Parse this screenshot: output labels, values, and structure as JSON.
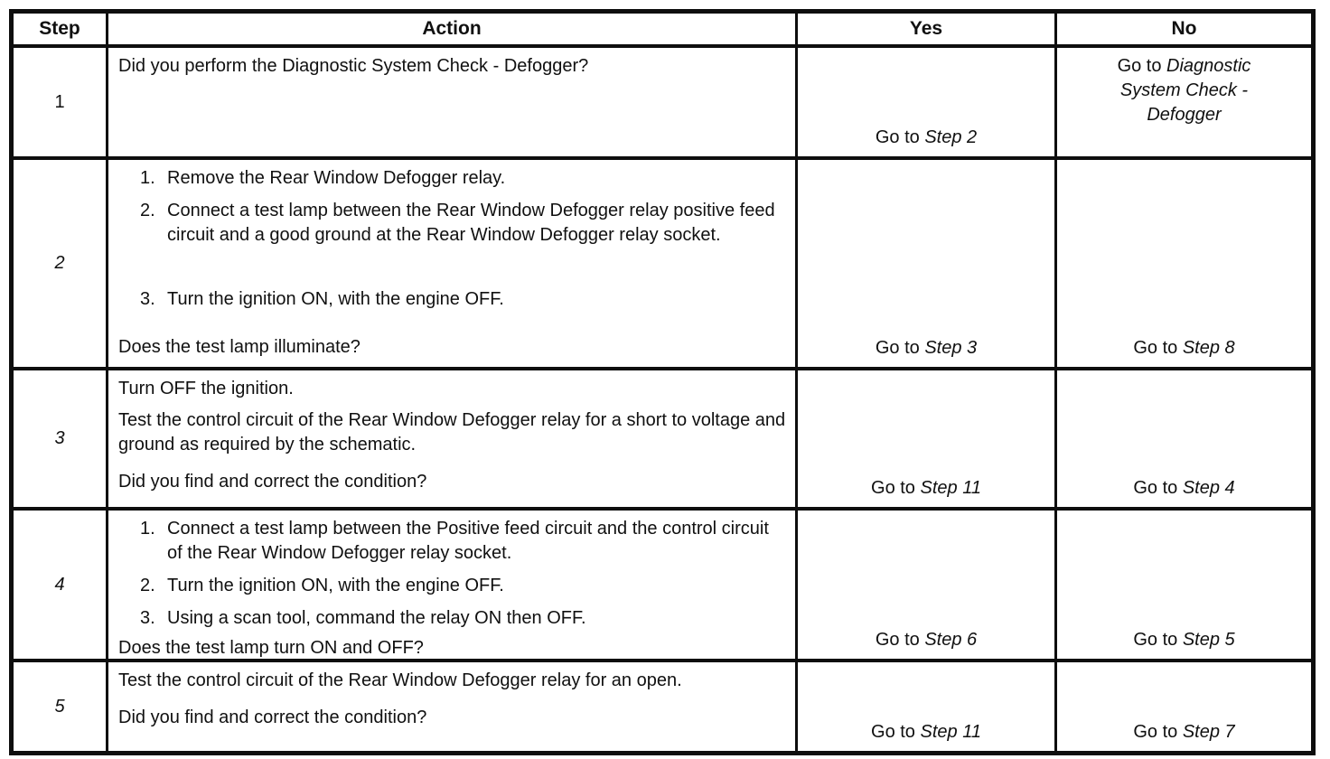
{
  "colors": {
    "ink": "#0e0e0e",
    "paper": "#ffffff"
  },
  "doc": {
    "headers": {
      "step": "Step",
      "action": "Action",
      "yes": "Yes",
      "no": "No"
    },
    "rows": [
      {
        "step": "1",
        "paragraphs": [
          "Did you perform the Diagnostic System Check - Defogger?"
        ],
        "yes": {
          "prefix": "Go to",
          "target": "Step 2"
        },
        "no": {
          "prefix": "Go to",
          "target": "Diagnostic System Check - Defogger"
        }
      },
      {
        "step": "2",
        "items": [
          {
            "num": "1.",
            "text": "Remove the Rear Window Defogger relay."
          },
          {
            "num": "2.",
            "text": "Connect a test lamp between the Rear Window Defogger relay positive feed circuit and a good ground at the Rear Window Defogger relay socket."
          },
          {
            "num": "3.",
            "text": "Turn the ignition ON, with the engine OFF."
          }
        ],
        "question": "Does the test lamp illuminate?",
        "yes": {
          "prefix": "Go to",
          "target": "Step 3"
        },
        "no": {
          "prefix": "Go to",
          "target": "Step 8"
        }
      },
      {
        "step": "3",
        "paragraphs": [
          "Turn OFF the ignition.",
          "Test the control circuit of the Rear Window Defogger relay for a short to voltage and ground as required by the schematic."
        ],
        "question": "Did you find and correct the condition?",
        "yes": {
          "prefix": "Go to",
          "target": "Step 11"
        },
        "no": {
          "prefix": "Go to",
          "target": "Step 4"
        }
      },
      {
        "step": "4",
        "items": [
          {
            "num": "1.",
            "text": "Connect a test lamp between the Positive feed circuit and the control circuit of the Rear Window Defogger relay socket."
          },
          {
            "num": "2.",
            "text": "Turn the ignition ON, with the engine OFF."
          },
          {
            "num": "3.",
            "text": "Using a scan tool, command the relay ON then OFF."
          }
        ],
        "question": "Does the test lamp turn ON and OFF?",
        "yes": {
          "prefix": "Go to",
          "target": "Step 6"
        },
        "no": {
          "prefix": "Go to",
          "target": "Step 5"
        }
      },
      {
        "step": "5",
        "paragraphs": [
          "Test the control circuit of the Rear Window Defogger relay for an open."
        ],
        "question": "Did you find and correct the condition?",
        "yes": {
          "prefix": "Go to",
          "target": "Step 11"
        },
        "no": {
          "prefix": "Go to",
          "target": "Step 7"
        }
      }
    ]
  }
}
